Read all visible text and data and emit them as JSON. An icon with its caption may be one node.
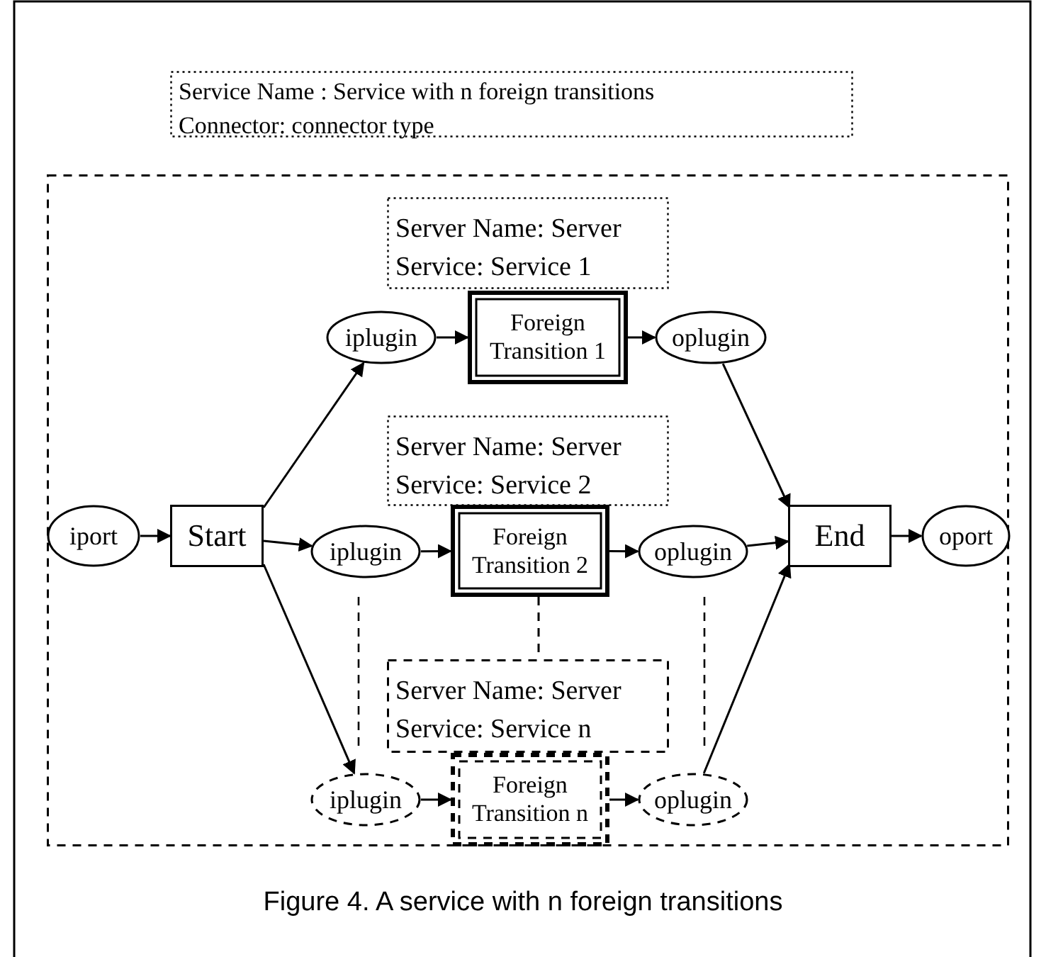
{
  "diagram": {
    "caption": "Figure 4. A service with n foreign transitions",
    "nodes": [
      {
        "text": [
          "Service Name : Service with n foreign transitions",
          "Connector: connector type"
        ]
      },
      {
        "text": [],
        "shape": "box"
      },
      {
        "text": [
          "Server Name: Server",
          "Service: Service 1"
        ],
        "in": 1
      },
      {
        "text": [
          "iplugin"
        ],
        "in": 1
      },
      {
        "text": [
          "Foreign Transition 1"
        ],
        "in": 1
      },
      {
        "text": [
          "oplugin"
        ],
        "in": 1
      },
      {
        "text": [
          "Server Name: Server",
          "Service: Service 2"
        ],
        "in": 1
      },
      {
        "text": [
          "iport"
        ],
        "in": 1
      },
      {
        "text": [
          "Start"
        ],
        "in": 1
      },
      {
        "text": [
          "iplugin"
        ],
        "in": 1
      },
      {
        "text": [
          "Foreign Transition 2"
        ],
        "in": 1
      },
      {
        "text": [
          "oplugin"
        ],
        "in": 1
      },
      {
        "text": [
          "End"
        ],
        "in": 1
      },
      {
        "text": [
          "oport"
        ],
        "in": 1
      },
      {
        "text": [
          "Server Name: Server",
          "Service: Service n"
        ],
        "in": 1
      },
      {
        "text": [
          "iplugin"
        ],
        "in": 1
      },
      {
        "text": [
          "Foreign Transition n"
        ],
        "in": 1
      },
      {
        "text": [
          "oplugin"
        ],
        "in": 1
      }
    ],
    "edges": [
      {
        "from": 7,
        "to": 8,
        "arrow": "to"
      },
      {
        "from": 8,
        "to": 3,
        "arrow": "to"
      },
      {
        "from": 8,
        "to": 9,
        "arrow": "to"
      },
      {
        "from": 8,
        "to": 15,
        "arrow": "to"
      },
      {
        "from": 3,
        "to": 4,
        "arrow": "to"
      },
      {
        "from": 4,
        "to": 5,
        "arrow": "to"
      },
      {
        "from": 9,
        "to": 10,
        "arrow": "to"
      },
      {
        "from": 10,
        "to": 11,
        "arrow": "to"
      },
      {
        "from": 15,
        "to": 16,
        "arrow": "to"
      },
      {
        "from": 16,
        "to": 17,
        "arrow": "to"
      },
      {
        "from": 5,
        "to": 12,
        "arrow": "to"
      },
      {
        "from": 11,
        "to": 12,
        "arrow": "to"
      },
      {
        "from": 17,
        "to": 12,
        "arrow": "to"
      },
      {
        "from": 12,
        "to": 13,
        "arrow": "to"
      },
      {
        "from": 10,
        "to": 14,
        "arrow": "none",
        "style": "dashed"
      }
    ]
  }
}
